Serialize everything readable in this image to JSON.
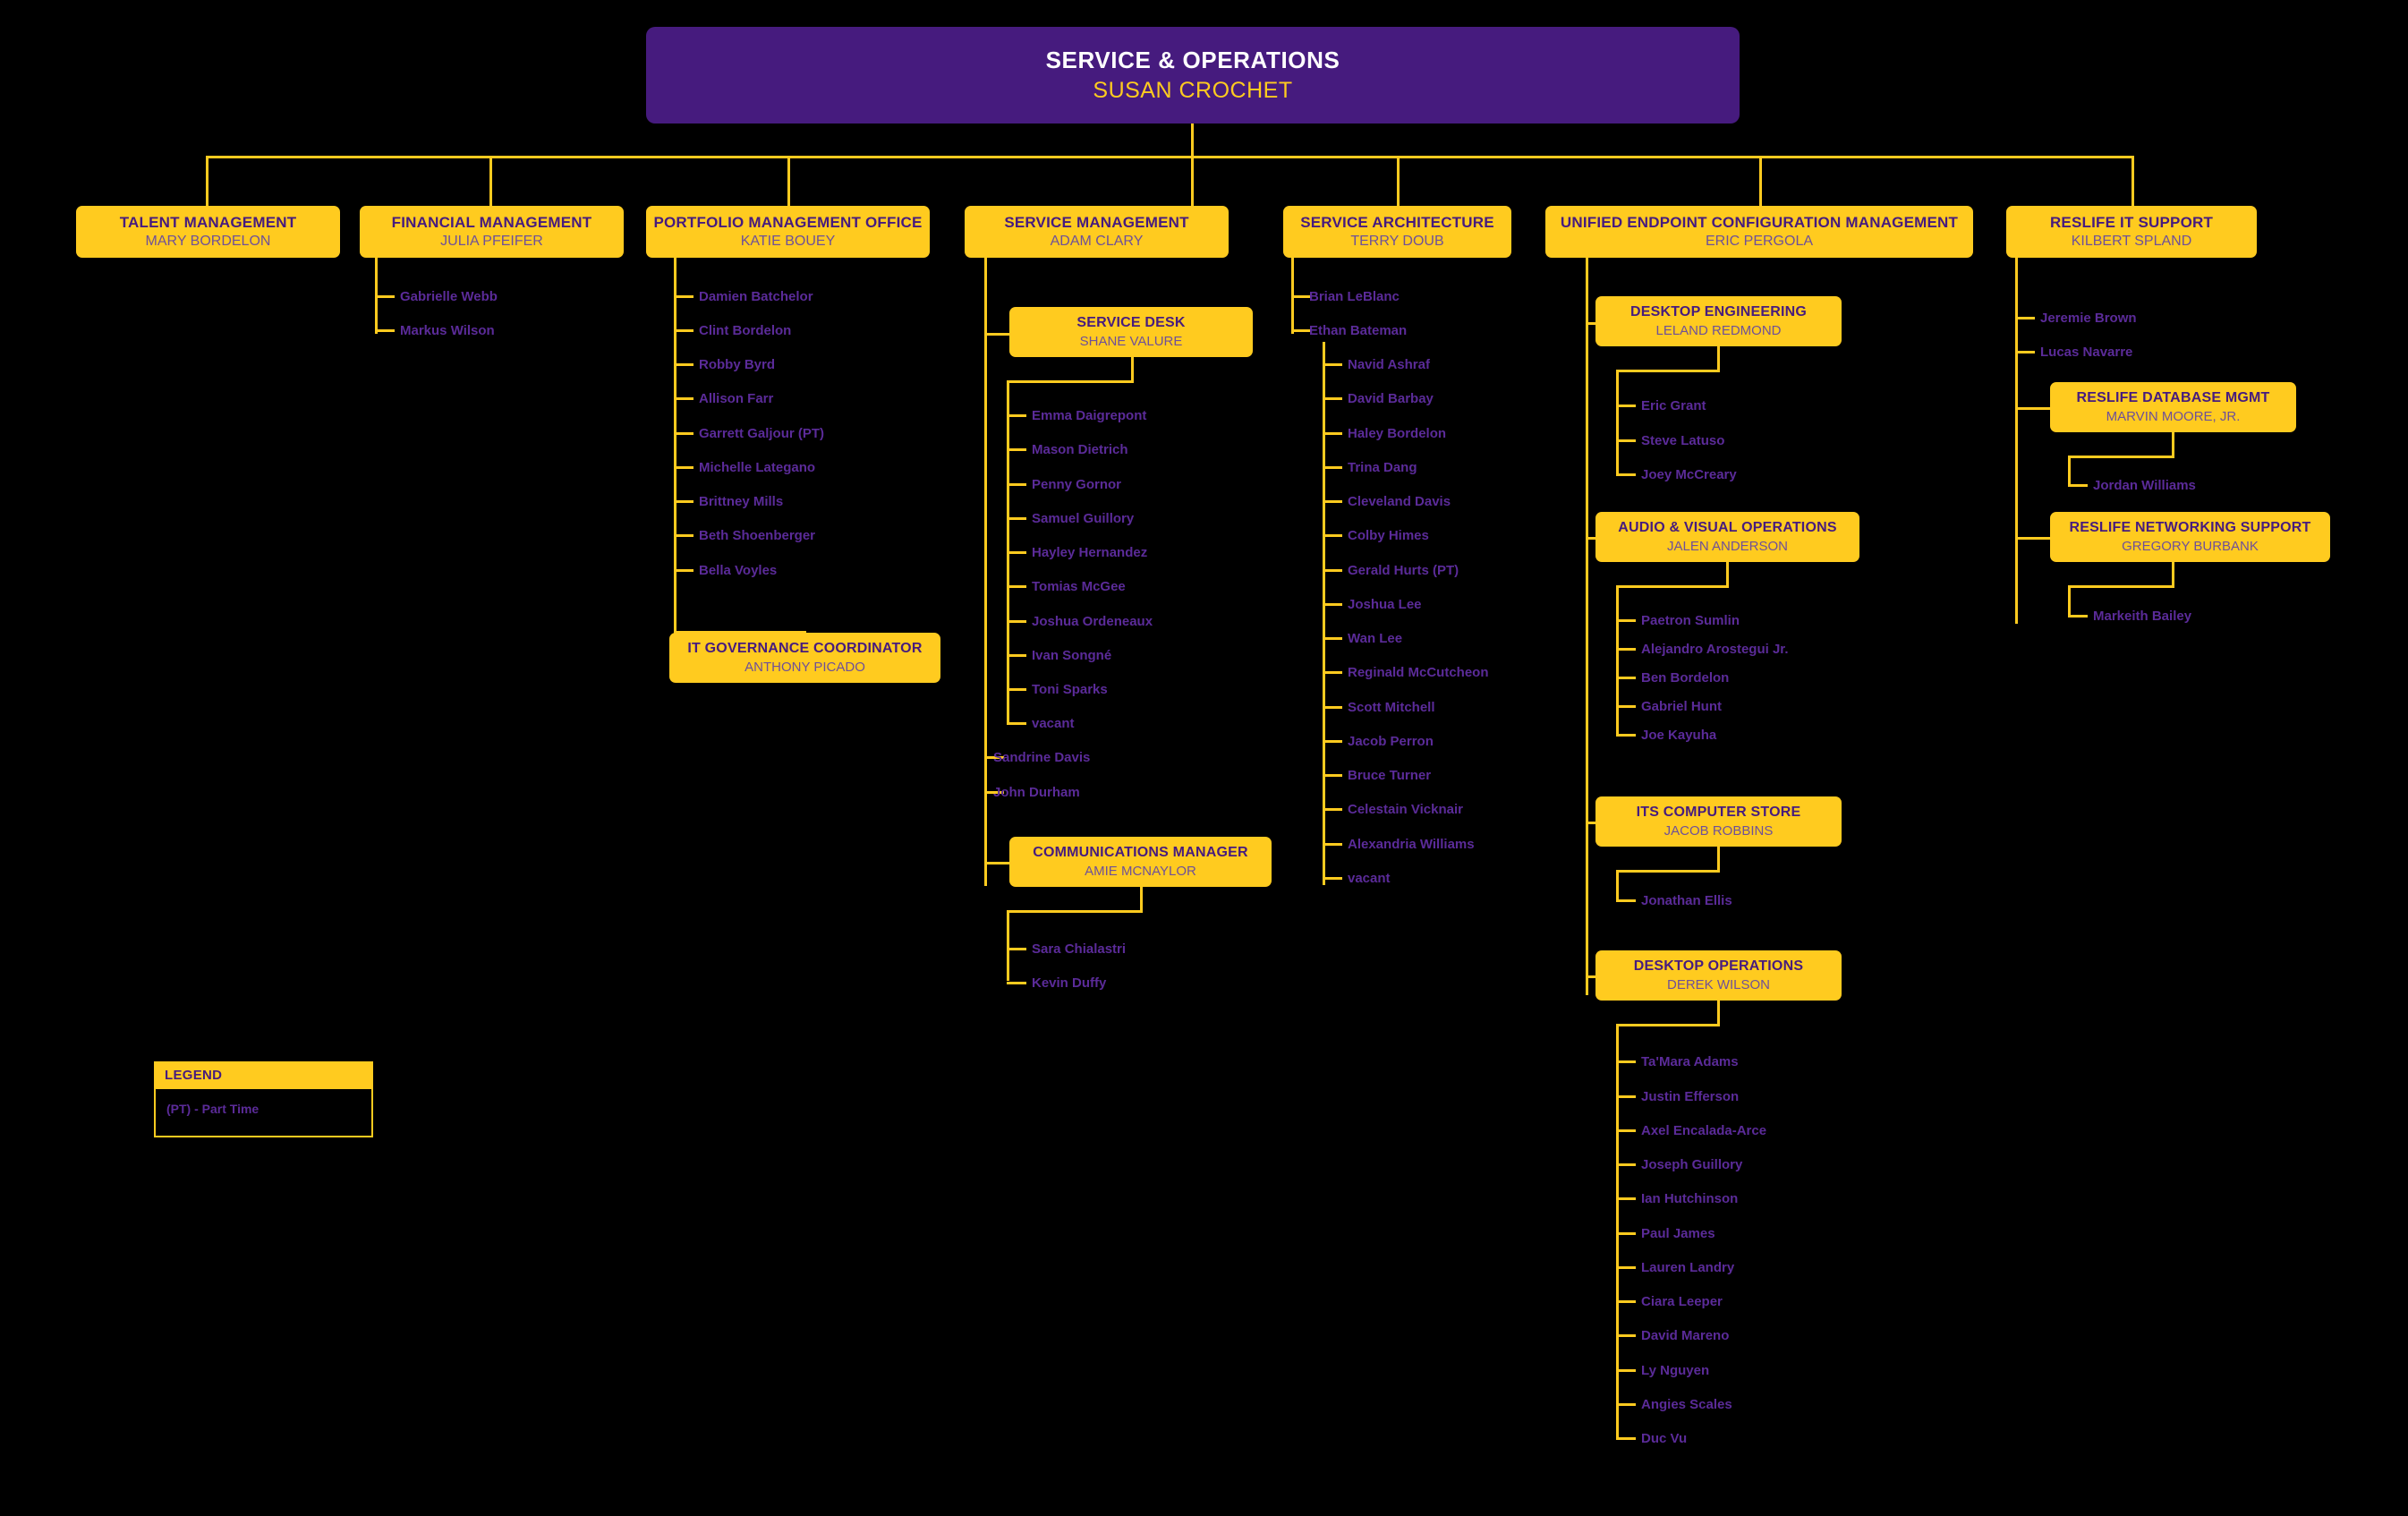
{
  "theme": {
    "background": "#000000",
    "accent_yellow": "#FFCB1F",
    "accent_purple": "#461B7E",
    "leaf_text": "#5B2B99",
    "subtitle_text": "#6E5099"
  },
  "root": {
    "title": "SERVICE & OPERATIONS",
    "name": "SUSAN CROCHET"
  },
  "units": {
    "talent_management": {
      "title": "TALENT MANAGEMENT",
      "name": "MARY BORDELON"
    },
    "financial_management": {
      "title": "FINANCIAL MANAGEMENT",
      "name": "JULIA PFEIFER"
    },
    "portfolio_management": {
      "title": "PORTFOLIO MANAGEMENT OFFICE",
      "name": "KATIE BOUEY"
    },
    "service_management": {
      "title": "SERVICE MANAGEMENT",
      "name": "ADAM CLARY"
    },
    "service_architecture": {
      "title": "SERVICE ARCHITECTURE",
      "name": "TERRY DOUB"
    },
    "uecm": {
      "title": "UNIFIED ENDPOINT CONFIGURATION MANAGEMENT",
      "name": "ERIC PERGOLA"
    },
    "reslife_it_support": {
      "title": "RESLIFE IT SUPPORT",
      "name": "KILBERT SPLAND"
    },
    "it_governance": {
      "title": "IT GOVERNANCE COORDINATOR",
      "name": "ANTHONY PICADO"
    },
    "service_desk": {
      "title": "SERVICE DESK",
      "name": "SHANE VALURE"
    },
    "communications_manager": {
      "title": "COMMUNICATIONS MANAGER",
      "name": "AMIE MCNAYLOR"
    },
    "desktop_engineering": {
      "title": "DESKTOP ENGINEERING",
      "name": "LELAND REDMOND"
    },
    "audio_visual_operations": {
      "title": "AUDIO & VISUAL OPERATIONS",
      "name": "JALEN ANDERSON"
    },
    "its_computer_store": {
      "title": "ITS COMPUTER STORE",
      "name": "JACOB ROBBINS"
    },
    "desktop_operations": {
      "title": "DESKTOP OPERATIONS",
      "name": "DEREK WILSON"
    },
    "reslife_database_mgmt": {
      "title": "RESLIFE DATABASE MGMT",
      "name": "MARVIN MOORE, JR."
    },
    "reslife_networking_support": {
      "title": "RESLIFE NETWORKING SUPPORT",
      "name": "GREGORY BURBANK"
    }
  },
  "staff": {
    "talent_management": [
      "Gabrielle Webb",
      "Markus Wilson"
    ],
    "portfolio_management": [
      "Damien Batchelor",
      "Clint Bordelon",
      "Robby Byrd",
      "Allison Farr",
      "Garrett Galjour (PT)",
      "Michelle Lategano",
      "Brittney Mills",
      "Beth Shoenberger",
      "Bella Voyles"
    ],
    "service_desk": [
      "Emma Daigrepont",
      "Mason Dietrich",
      "Penny Gornor",
      "Samuel Guillory",
      "Hayley Hernandez",
      "Tomias McGee",
      "Joshua Ordeneaux",
      "Ivan Songné",
      "Toni Sparks",
      "vacant"
    ],
    "service_management_direct": [
      "Sandrine Davis",
      "John Durham"
    ],
    "communications_manager": [
      "Sara Chialastri",
      "Kevin Duffy"
    ],
    "service_architecture_direct": [
      "Brian LeBlanc",
      "Ethan Bateman"
    ],
    "ethan_bateman": [
      "Navid Ashraf",
      "David Barbay",
      "Haley Bordelon",
      "Trina Dang",
      "Cleveland Davis",
      "Colby Himes",
      "Gerald Hurts (PT)",
      "Joshua Lee",
      "Wan Lee",
      "Reginald McCutcheon",
      "Scott Mitchell",
      "Jacob Perron",
      "Bruce Turner",
      "Celestain Vicknair",
      "Alexandria Williams",
      "vacant"
    ],
    "desktop_engineering": [
      "Eric Grant",
      "Steve Latuso",
      "Joey McCreary"
    ],
    "audio_visual_operations": [
      "Paetron Sumlin",
      "Alejandro Arostegui Jr.",
      "Ben Bordelon",
      "Gabriel Hunt",
      "Joe Kayuha"
    ],
    "its_computer_store": [
      "Jonathan Ellis"
    ],
    "desktop_operations": [
      "Ta'Mara Adams",
      "Justin Efferson",
      "Axel Encalada-Arce",
      "Joseph Guillory",
      "Ian Hutchinson",
      "Paul James",
      "Lauren Landry",
      "Ciara Leeper",
      "David Mareno",
      "Ly Nguyen",
      "Angies Scales",
      "Duc Vu"
    ],
    "reslife_it_support_direct": [
      "Jeremie Brown",
      "Lucas Navarre"
    ],
    "reslife_database_mgmt": [
      "Jordan Williams"
    ],
    "reslife_networking_support": [
      "Markeith Bailey"
    ]
  },
  "legend": {
    "title": "LEGEND",
    "items": [
      "(PT) - Part Time"
    ]
  }
}
